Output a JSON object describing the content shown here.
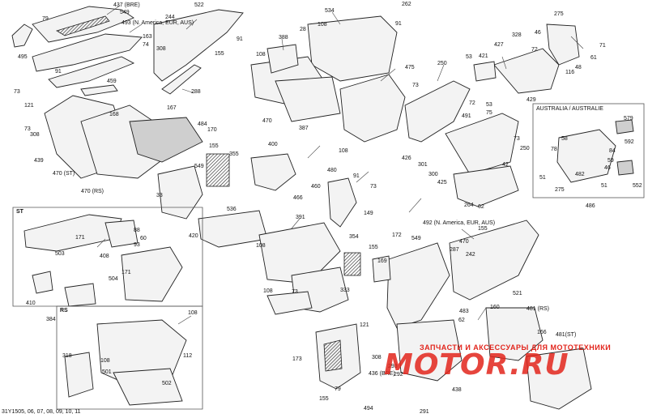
{
  "diagram": {
    "reference_code": "31Y1505, 06, 07, 08, 09, 10, 11",
    "sections": {
      "st": "ST",
      "rs": "RS",
      "australia": "AUSTRALIA / AUSTRALIE"
    },
    "watermark": {
      "text": "ЗАПЧАСТИ И АКСЕССУАРЫ ДЛЯ МОТОТЕХНИКИ",
      "logo": "MOTOR.RU"
    },
    "callouts": [
      "437 (BRE)",
      "549",
      "79",
      "244",
      "522",
      "493 (N. America, EUR, AUS)",
      "91",
      "155",
      "163",
      "74",
      "308",
      "495",
      "91",
      "73",
      "121",
      "459",
      "288",
      "167",
      "168",
      "308",
      "73",
      "439",
      "470 (ST)",
      "470 (RS)",
      "484",
      "170",
      "155",
      "388",
      "108",
      "28",
      "534",
      "262",
      "91",
      "108",
      "475",
      "470",
      "387",
      "108",
      "73",
      "426",
      "250",
      "301",
      "300",
      "425",
      "328",
      "72",
      "46",
      "275",
      "71",
      "61",
      "427",
      "421",
      "53",
      "116",
      "48",
      "429",
      "72",
      "53",
      "491",
      "75",
      "73",
      "250",
      "42",
      "264",
      "62",
      "400",
      "355",
      "480",
      "91",
      "73",
      "466",
      "460",
      "149",
      "549",
      "33",
      "536",
      "420",
      "108",
      "391",
      "354",
      "155",
      "169",
      "172",
      "549",
      "492 (N. America, EUR, AUS)",
      "470",
      "155",
      "242",
      "287",
      "521",
      "333",
      "73",
      "108",
      "171",
      "88",
      "60",
      "93",
      "408",
      "171",
      "503",
      "504",
      "410",
      "384",
      "108",
      "112",
      "318",
      "108",
      "501",
      "502",
      "121",
      "308",
      "293",
      "292",
      "291",
      "155",
      "79",
      "494",
      "173",
      "436 (BRE)",
      "483",
      "62",
      "160",
      "481 (RS)",
      "166",
      "481(ST)",
      "438",
      "579",
      "592",
      "78",
      "58",
      "84",
      "59",
      "46",
      "51",
      "482",
      "552",
      "51",
      "275",
      "486"
    ]
  }
}
